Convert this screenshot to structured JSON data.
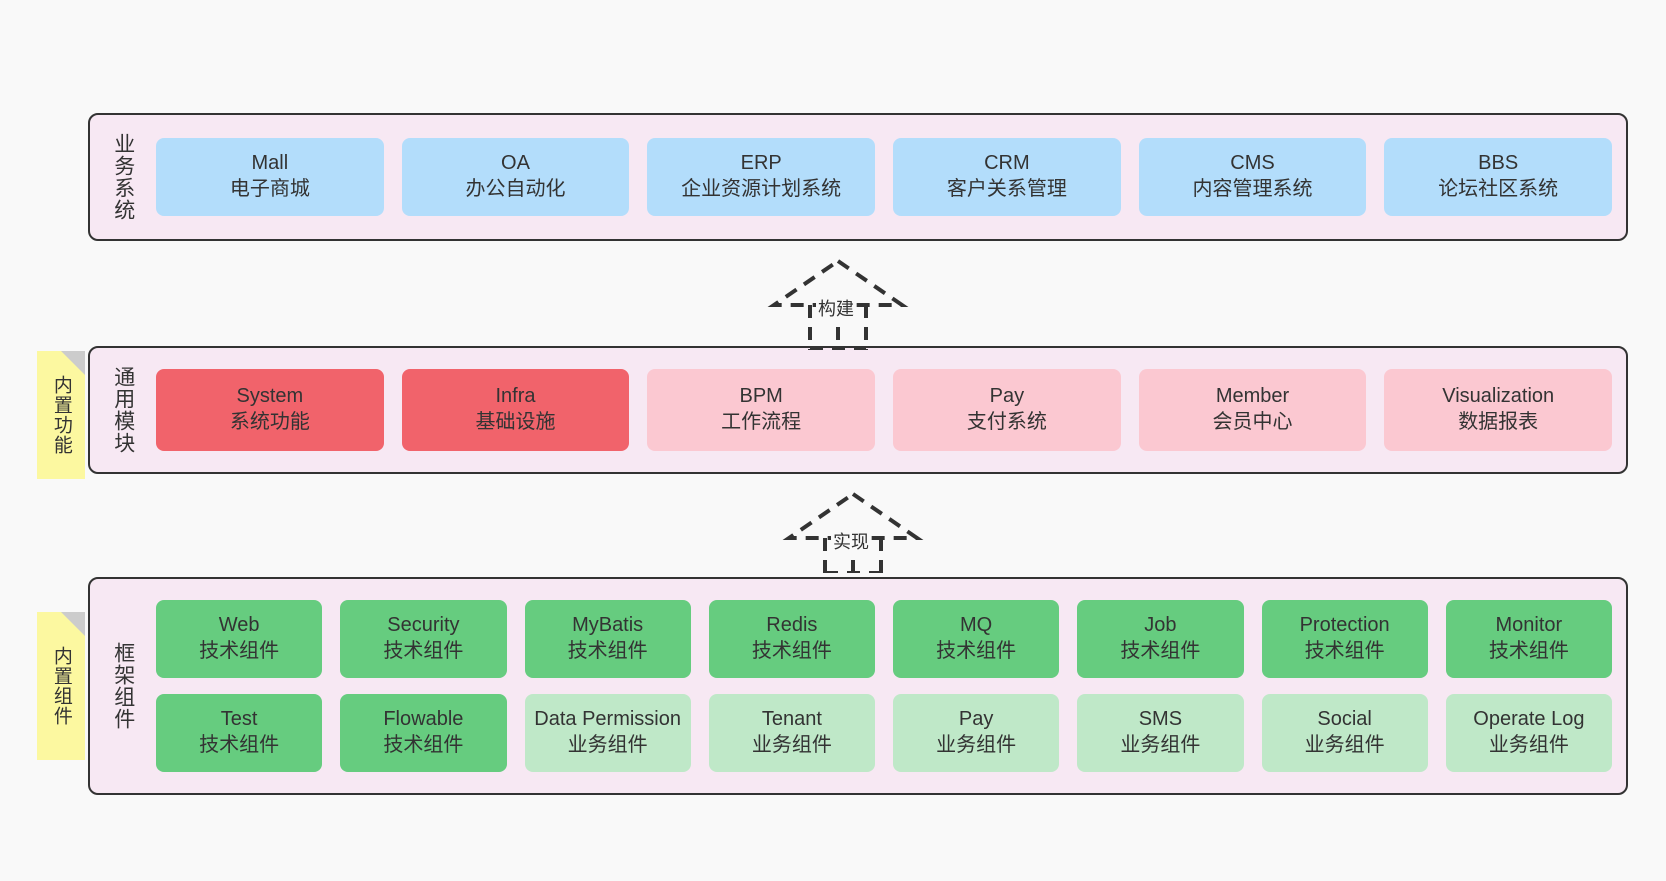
{
  "diagram": {
    "title": "yudao-cloud architecture layers",
    "background": "#f9f9f9",
    "layer_fill": "#f7e8f3",
    "layer_border": "#333333"
  },
  "layers": [
    {
      "id": "business",
      "title": "业务系统",
      "rows": [
        {
          "style": "blue",
          "cards": [
            {
              "en": "Mall",
              "cn": "电子商城"
            },
            {
              "en": "OA",
              "cn": "办公自动化"
            },
            {
              "en": "ERP",
              "cn": "企业资源计划系统"
            },
            {
              "en": "CRM",
              "cn": "客户关系管理"
            },
            {
              "en": "CMS",
              "cn": "内容管理系统"
            },
            {
              "en": "BBS",
              "cn": "论坛社区系统"
            }
          ]
        }
      ]
    },
    {
      "id": "common",
      "title": "通用模块",
      "sticky": "内置功能",
      "rows": [
        {
          "cards": [
            {
              "en": "System",
              "cn": "系统功能",
              "style": "red-strong"
            },
            {
              "en": "Infra",
              "cn": "基础设施",
              "style": "red-strong"
            },
            {
              "en": "BPM",
              "cn": "工作流程",
              "style": "pink-soft"
            },
            {
              "en": "Pay",
              "cn": "支付系统",
              "style": "pink-soft"
            },
            {
              "en": "Member",
              "cn": "会员中心",
              "style": "pink-soft"
            },
            {
              "en": "Visualization",
              "cn": "数据报表",
              "style": "pink-soft"
            }
          ]
        }
      ]
    },
    {
      "id": "framework",
      "title": "框架组件",
      "sticky": "内置组件",
      "rows": [
        {
          "cards": [
            {
              "en": "Web",
              "cn": "技术组件",
              "style": "green-strong"
            },
            {
              "en": "Security",
              "cn": "技术组件",
              "style": "green-strong"
            },
            {
              "en": "MyBatis",
              "cn": "技术组件",
              "style": "green-strong"
            },
            {
              "en": "Redis",
              "cn": "技术组件",
              "style": "green-strong"
            },
            {
              "en": "MQ",
              "cn": "技术组件",
              "style": "green-strong"
            },
            {
              "en": "Job",
              "cn": "技术组件",
              "style": "green-strong"
            },
            {
              "en": "Protection",
              "cn": "技术组件",
              "style": "green-strong"
            },
            {
              "en": "Monitor",
              "cn": "技术组件",
              "style": "green-strong"
            }
          ]
        },
        {
          "cards": [
            {
              "en": "Test",
              "cn": "技术组件",
              "style": "green-strong"
            },
            {
              "en": "Flowable",
              "cn": "技术组件",
              "style": "green-strong"
            },
            {
              "en": "Data Permission",
              "cn": "业务组件",
              "style": "green-soft"
            },
            {
              "en": "Tenant",
              "cn": "业务组件",
              "style": "green-soft"
            },
            {
              "en": "Pay",
              "cn": "业务组件",
              "style": "green-soft"
            },
            {
              "en": "SMS",
              "cn": "业务组件",
              "style": "green-soft"
            },
            {
              "en": "Social",
              "cn": "业务组件",
              "style": "green-soft"
            },
            {
              "en": "Operate Log",
              "cn": "业务组件",
              "style": "green-soft"
            }
          ]
        }
      ]
    }
  ],
  "connectors": [
    {
      "id": "build",
      "label": "构建",
      "from": "common",
      "to": "business"
    },
    {
      "id": "implement",
      "label": "实现",
      "from": "framework",
      "to": "common"
    }
  ],
  "colors": {
    "blue": "#b3ddfb",
    "red_strong": "#f1636b",
    "pink_soft": "#fbc8d1",
    "green_strong": "#66cc7f",
    "green_soft": "#bfe8c8",
    "sticky_yellow": "#fcf8a0",
    "fold_gray": "#cccccc",
    "band": "#f7e8f3",
    "stroke": "#333333"
  }
}
